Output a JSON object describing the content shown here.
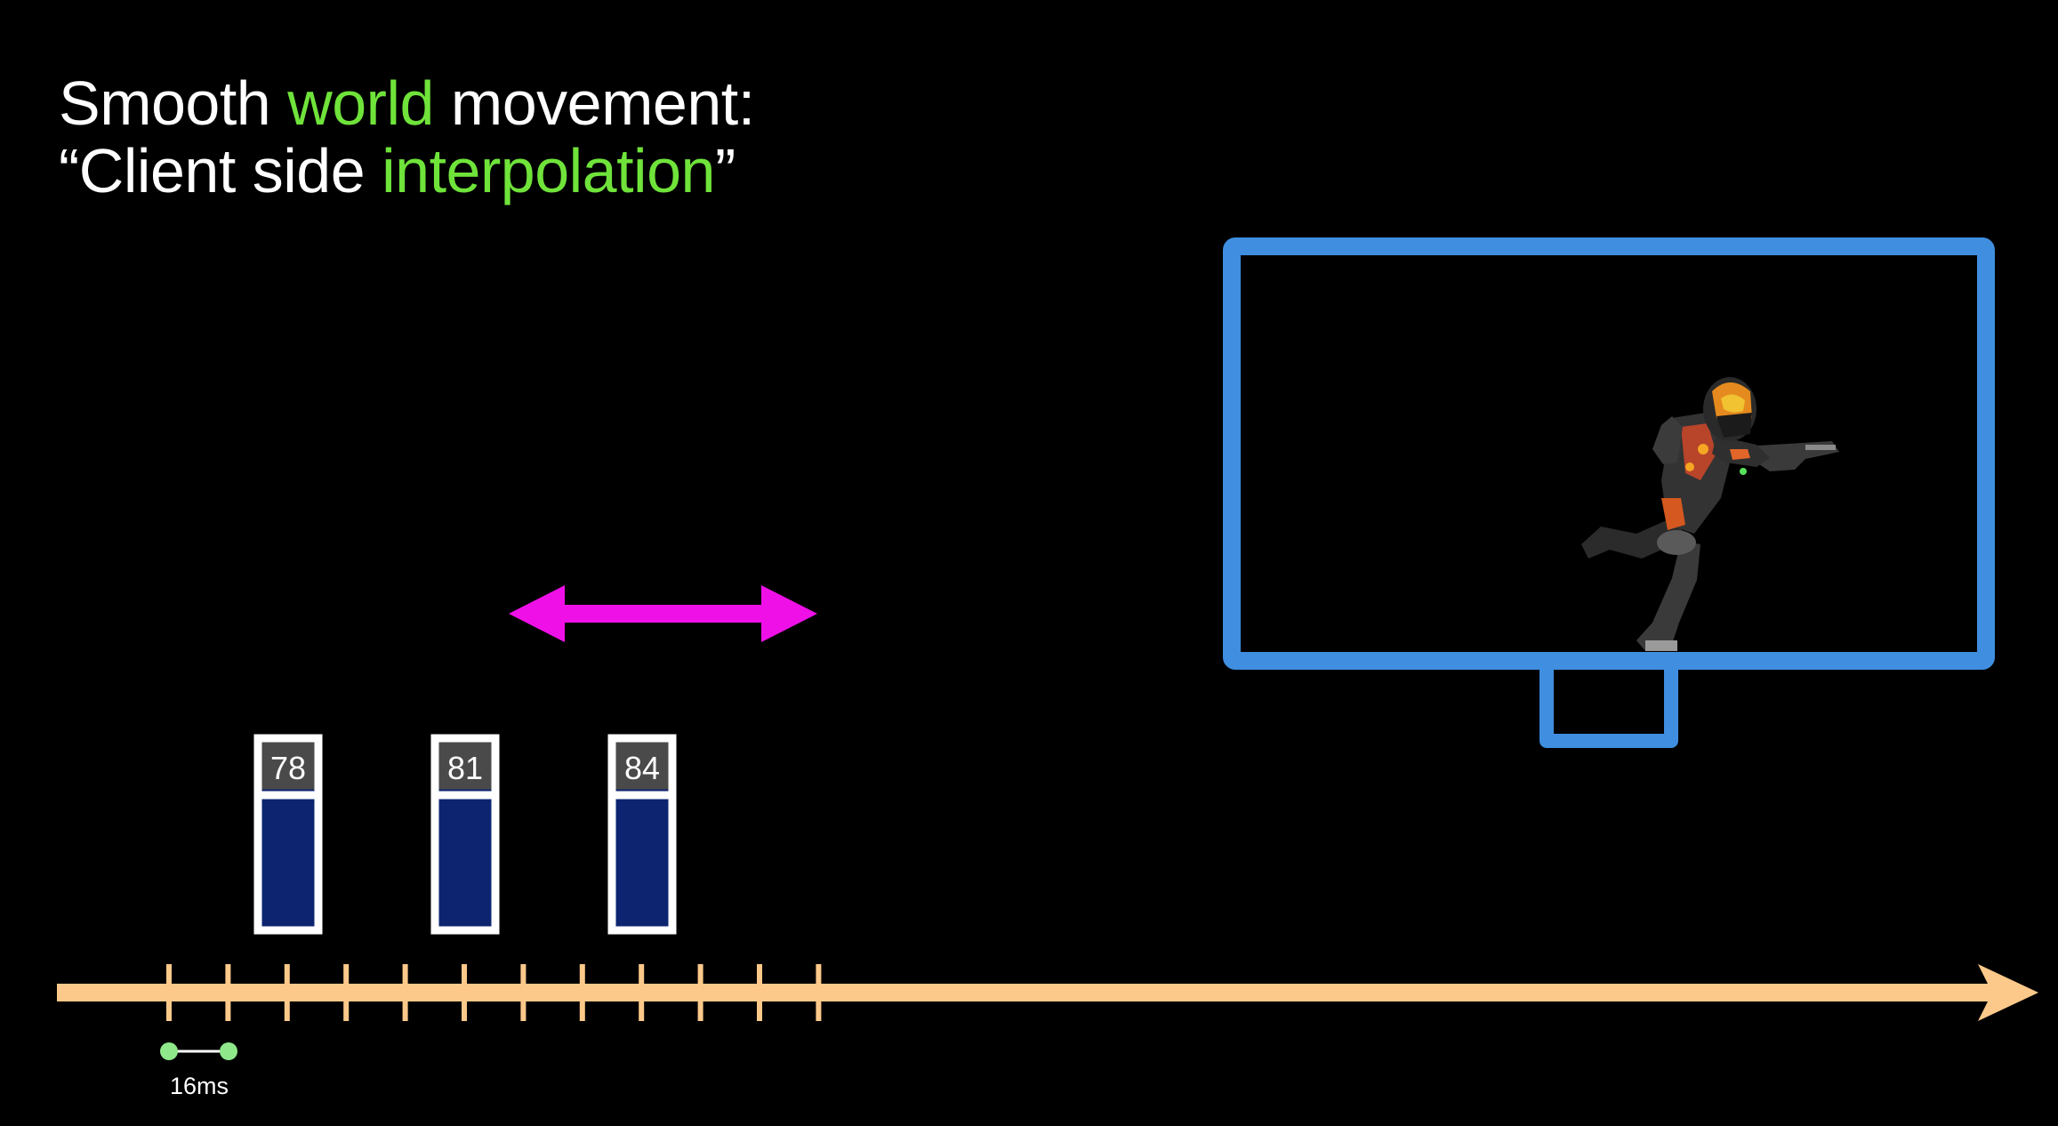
{
  "title": {
    "line1": {
      "pre": "Smooth ",
      "highlight": "world",
      "post": " movement:"
    },
    "line2": {
      "pre": "“Client side ",
      "highlight": "interpolation",
      "post": "”"
    }
  },
  "snapshots": [
    {
      "label": "78"
    },
    {
      "label": "81"
    },
    {
      "label": "84"
    }
  ],
  "timeline": {
    "tick_count": 12,
    "tick_interval_label": "16ms"
  },
  "colors": {
    "background": "#000000",
    "highlight_text": "#6fe33a",
    "timeline": "#fcc98a",
    "interval_marker": "#8fe88a",
    "snapshot_fill": "#0d2470",
    "snapshot_border": "#ffffff",
    "snapshot_label_bg": "#4a4a4a",
    "double_arrow": "#ef10e8",
    "monitor": "#3f8ee0"
  },
  "icons": {
    "character": "armored-character-running-with-gun"
  }
}
